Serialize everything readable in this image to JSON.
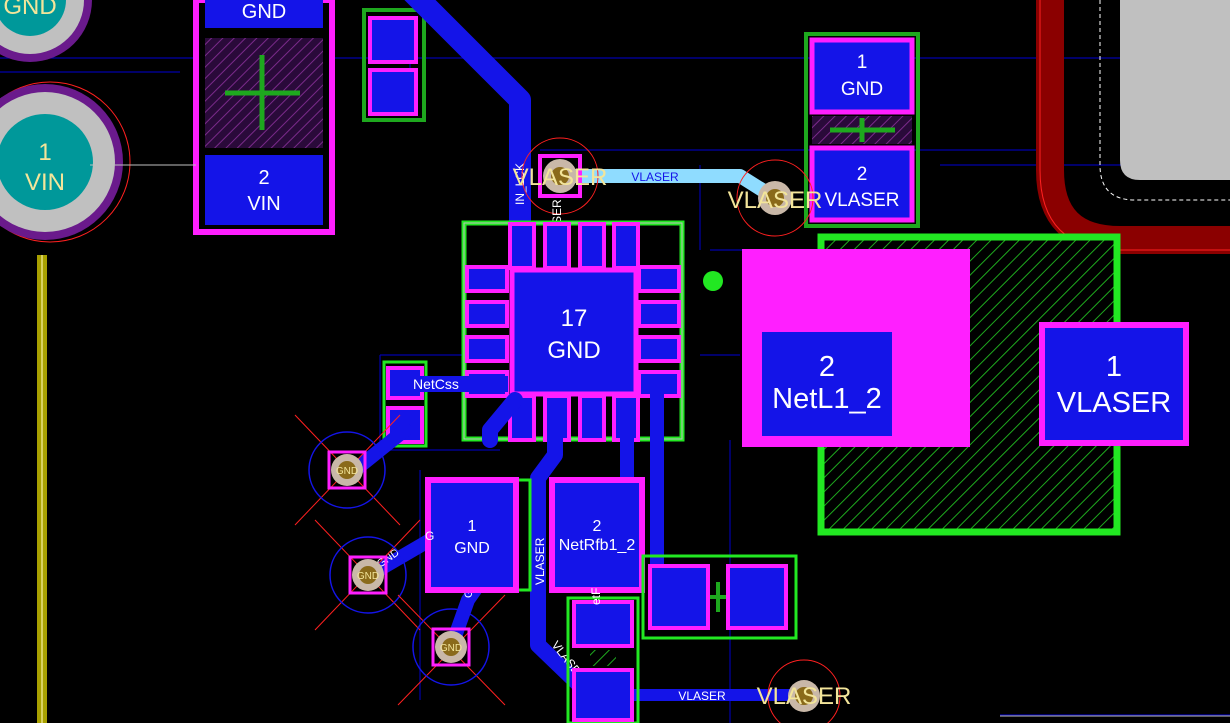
{
  "colors": {
    "background": "#000000",
    "copper_top": "#1414e8",
    "pad_outline": "#ff1fff",
    "silkscreen": "#1ea81e",
    "track_highlight": "#8fdcff",
    "board_outline": "#8b0000",
    "via_ring": "#c9b8a8",
    "pad_text": "#ffffff",
    "net_label": "#f3e59a",
    "ratsnest": "#0000aa",
    "keepout": "#ff2020",
    "inductor_pad": "#ff1fff",
    "track_olive": "#a8a000",
    "tp_purple": "#6a1a8c",
    "tp_teal": "#00989a",
    "tp_silver": "#c0c0c0"
  },
  "pads": {
    "conn_top_gnd": "GND",
    "conn_vin_num": "1",
    "conn_vin_net": "VIN",
    "j1_pad1_net": "GND",
    "j1_pad2_num": "2",
    "j1_pad2_net": "VIN",
    "j2_pad1_num": "1",
    "j2_pad1_net": "GND",
    "j2_pad2_num": "2",
    "j2_pad2_net": "VLASER",
    "ic_center_num": "17",
    "ic_center_net": "GND",
    "l1_pad2_num": "2",
    "l1_pad2_net": "NetL1_2",
    "l1_pad1_num": "1",
    "l1_pad1_net": "VLASER",
    "c_pad1_num": "1",
    "c_pad1_net": "GND",
    "r_pad2_num": "2",
    "r_pad2_net": "NetRfb1_2"
  },
  "nets": {
    "vlaser": "VLASER",
    "netcss": "NetCss",
    "ck_partial": "IN_LCK",
    "aser_partial": "ASER",
    "etf_partial": "etF",
    "gnd": "GND",
    "g_partial": "G",
    "vlase_partial": "VLASE"
  },
  "vias": {
    "gnd_label": "GND"
  }
}
